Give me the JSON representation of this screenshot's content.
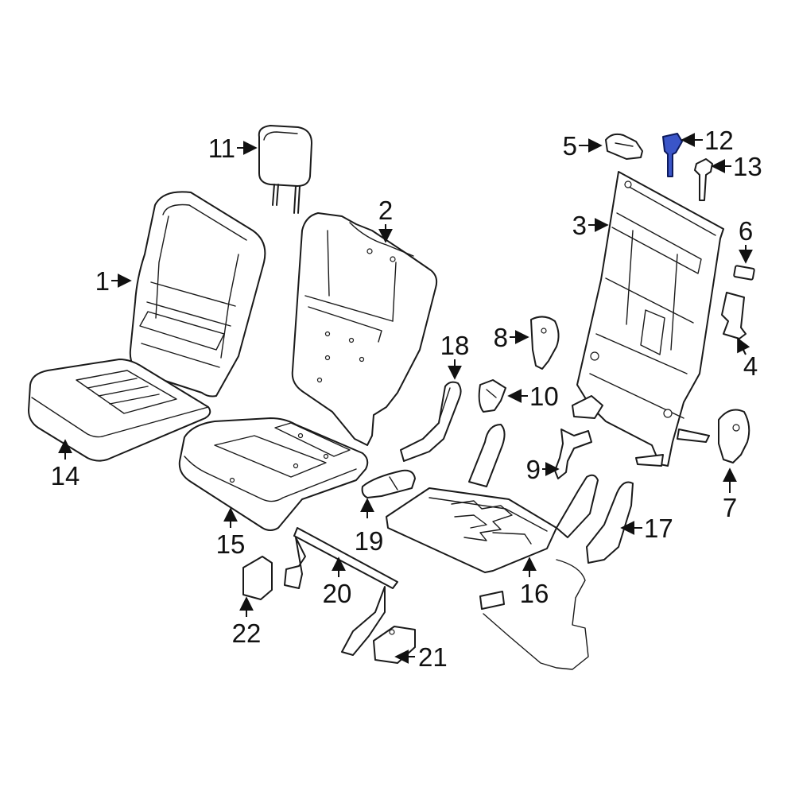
{
  "diagram": {
    "highlight_color": "#3a55c8",
    "callouts": [
      {
        "id": "1",
        "text": "1"
      },
      {
        "id": "2",
        "text": "2"
      },
      {
        "id": "3",
        "text": "3"
      },
      {
        "id": "4",
        "text": "4"
      },
      {
        "id": "5",
        "text": "5"
      },
      {
        "id": "6",
        "text": "6"
      },
      {
        "id": "7",
        "text": "7"
      },
      {
        "id": "8",
        "text": "8"
      },
      {
        "id": "9",
        "text": "9"
      },
      {
        "id": "10",
        "text": "10"
      },
      {
        "id": "11",
        "text": "11"
      },
      {
        "id": "12",
        "text": "12",
        "highlighted": true
      },
      {
        "id": "13",
        "text": "13"
      },
      {
        "id": "14",
        "text": "14"
      },
      {
        "id": "15",
        "text": "15"
      },
      {
        "id": "16",
        "text": "16"
      },
      {
        "id": "17",
        "text": "17"
      },
      {
        "id": "18",
        "text": "18"
      },
      {
        "id": "19",
        "text": "19"
      },
      {
        "id": "20",
        "text": "20"
      },
      {
        "id": "21",
        "text": "21"
      },
      {
        "id": "22",
        "text": "22"
      }
    ]
  }
}
